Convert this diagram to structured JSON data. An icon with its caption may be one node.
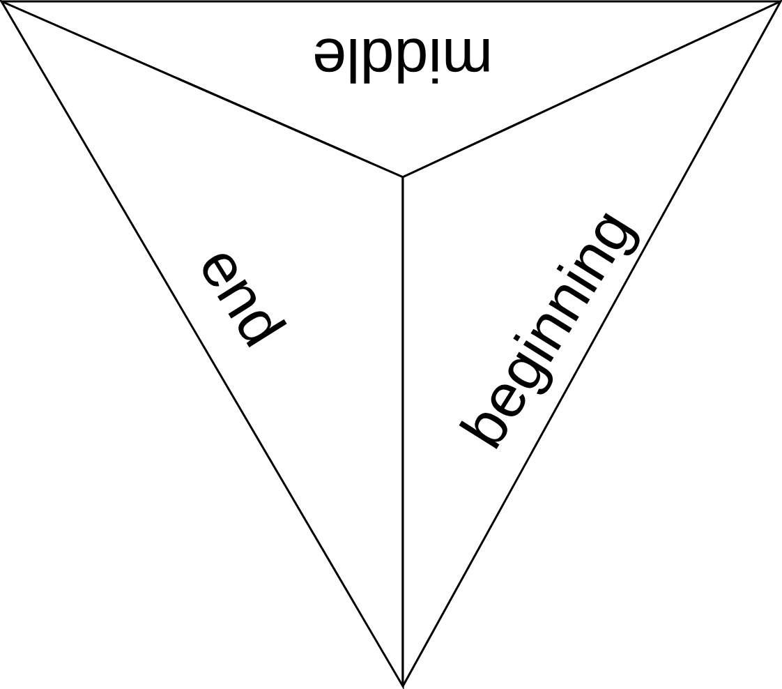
{
  "diagram": {
    "nodes": [
      {
        "text": [
          "middle"
        ]
      },
      {
        "text": [
          "end"
        ]
      },
      {
        "text": [
          "beginning"
        ]
      }
    ]
  }
}
